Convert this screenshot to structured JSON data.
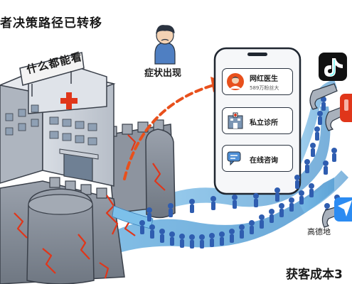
{
  "headline": "者决策路径已转移",
  "hospital_sign": "什么都能看",
  "symptom_label": "症状出现",
  "phone": {
    "cards": [
      {
        "title": "网红医生",
        "subtitle": "589万粉丝大",
        "icon": "doctor-avatar-icon"
      },
      {
        "title": "私立诊所",
        "icon": "clinic-building-icon"
      },
      {
        "title": "在线咨询",
        "icon": "chat-bubble-icon"
      }
    ]
  },
  "platforms": {
    "maps_label": "高德地",
    "icons": [
      "tiktok-icon",
      "red-app-icon",
      "maps-app-icon"
    ]
  },
  "cost_label": "获客成本3",
  "colors": {
    "arrow": "#e8501c",
    "stream": "#5aa7d8",
    "people": "#2f5db0",
    "cracks": "#e0361a",
    "castle": "#8e96a2"
  }
}
